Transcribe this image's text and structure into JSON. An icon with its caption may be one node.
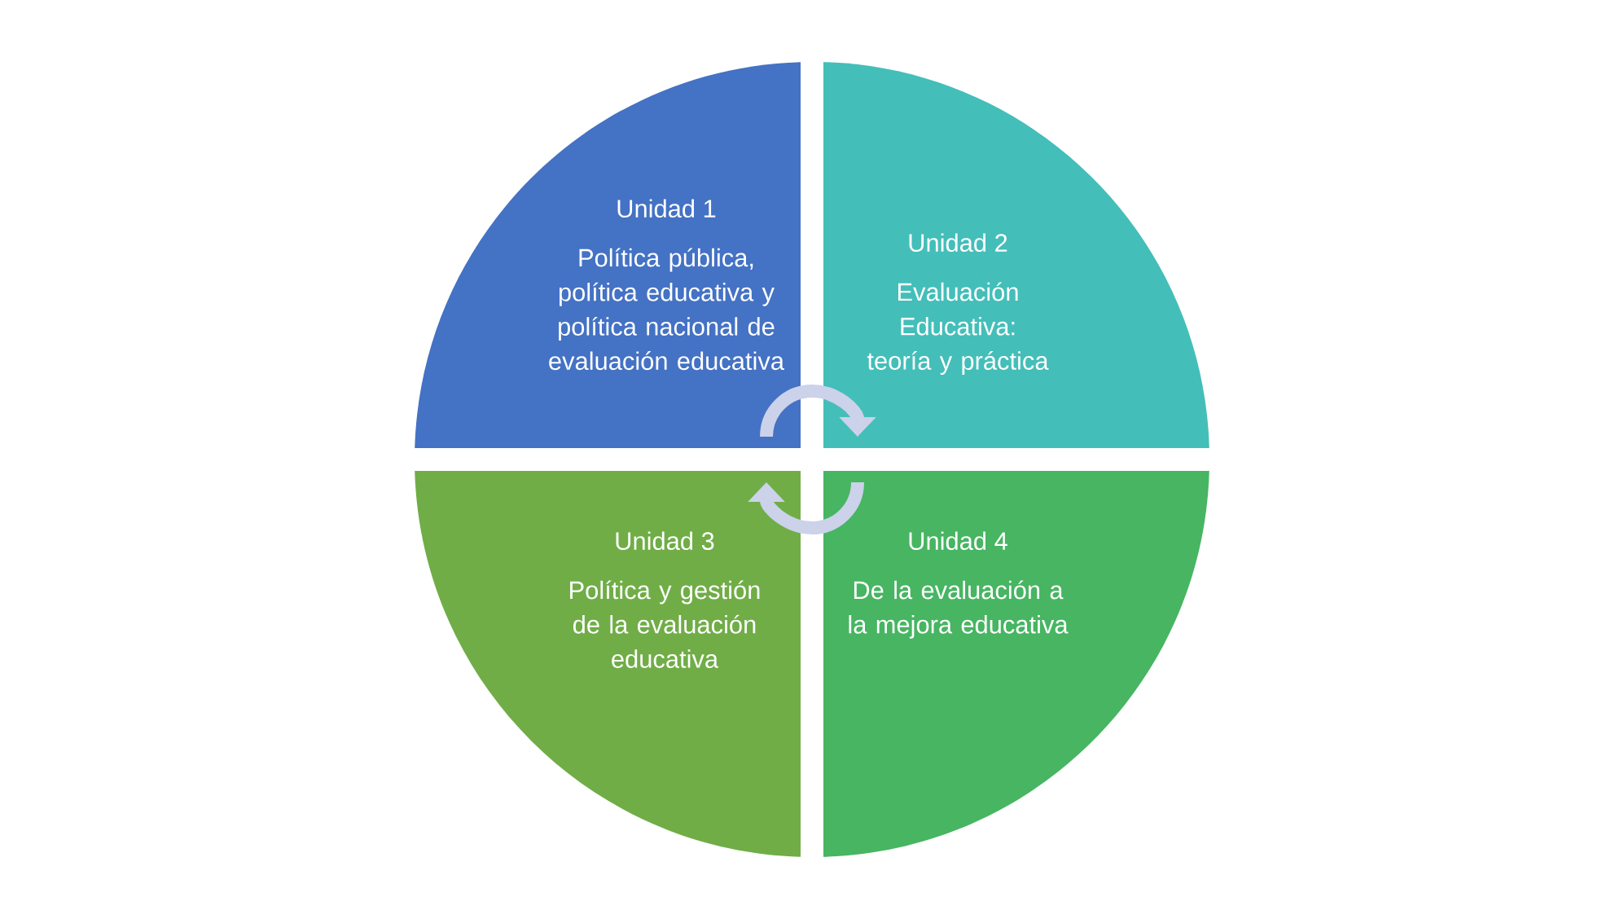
{
  "diagram": {
    "nodes": [
      {
        "text": [
          "Unidad 1",
          "Política pública, política educativa y política nacional de evaluación educativa"
        ]
      },
      {
        "text": [
          "Unidad 2",
          "Evaluación Educativa: teoría y práctica"
        ]
      },
      {
        "text": [
          "Unidad 3",
          "Política y gestión de la evaluación educativa"
        ]
      },
      {
        "text": [
          "Unidad 4",
          "De la evaluación a la mejora educativa"
        ]
      }
    ],
    "edges": [
      {
        "from": 0,
        "to": 1,
        "arrow": "to"
      },
      {
        "from": 3,
        "to": 2,
        "arrow": "to"
      }
    ]
  }
}
